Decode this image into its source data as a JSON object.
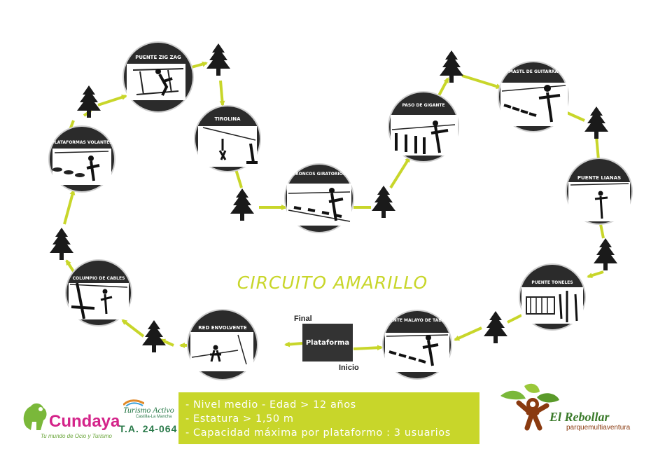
{
  "title": "CIRCUITO AMARILLO",
  "stations": [
    {
      "id": "puente-zig-zag",
      "label": "PUENTE ZIG ZAG"
    },
    {
      "id": "tirolina",
      "label": "TIROLINA"
    },
    {
      "id": "plataformas-volantes",
      "label": "PLATAFORMAS VOLANTES"
    },
    {
      "id": "troncos-giratorios",
      "label": "TRONCOS GIRATORIOS"
    },
    {
      "id": "paso-de-gigante",
      "label": "PASO DE GIGANTE"
    },
    {
      "id": "mastil-de-guitarra",
      "label": "MASTL DE GUITARRA"
    },
    {
      "id": "puente-lianas",
      "label": "PUENTE LIANAS"
    },
    {
      "id": "columpio-de-cables",
      "label": "COLUMPIO DE CABLES"
    },
    {
      "id": "red-envolvente",
      "label": "RED ENVOLVENTE"
    },
    {
      "id": "puente-malayo-de-tablas",
      "label": "PUENTE MALAYO DE TABLAS"
    },
    {
      "id": "puente-toneles",
      "label": "PUENTE TONELES"
    }
  ],
  "platform": {
    "label": "Plataforma",
    "start": "Inicio",
    "end": "Final"
  },
  "info": [
    "- Nivel medio  - Edad > 12 años",
    "- Estatura > 1,50 m",
    "- Capacidad máxima por plataformo : 3 usuarios"
  ],
  "logos": {
    "cundaya": {
      "name": "Cundaya",
      "tagline": "Tu mundo de Ocio y Turismo"
    },
    "turismo_activo": {
      "name": "Turismo Activo",
      "sub": "Castilla-La Mancha",
      "code": "T.A. 24-064"
    },
    "el_rebollar": {
      "name": "El Rebollar",
      "sub": "parquemultiaventura"
    }
  },
  "colors": {
    "accent": "#c8d62a",
    "station": "#2b2b2b",
    "tree": "#1a1a1a",
    "platform": "#333333"
  }
}
